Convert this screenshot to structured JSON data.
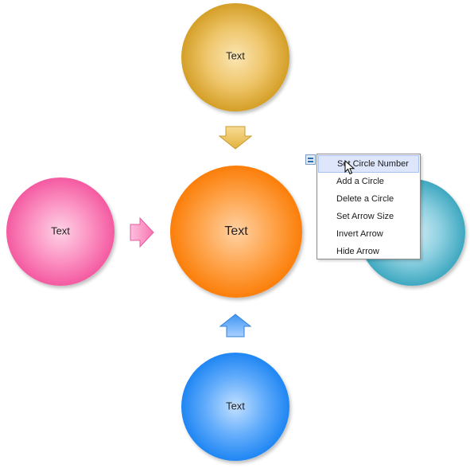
{
  "diagram": {
    "center": {
      "label": "Text"
    },
    "outer_nodes": [
      {
        "id": "top",
        "label": "Text"
      },
      {
        "id": "left",
        "label": "Text"
      },
      {
        "id": "bottom",
        "label": "Text"
      },
      {
        "id": "right",
        "label": ""
      }
    ]
  },
  "colors": {
    "top": "#d9a52d",
    "left": "#f764a8",
    "center": "#fd850f",
    "bottom": "#2c8df5",
    "right": "#4ab0c6"
  },
  "context_menu": {
    "items": [
      {
        "label": "Set Circle Number",
        "highlighted": true
      },
      {
        "label": "Add a Circle",
        "highlighted": false
      },
      {
        "label": "Delete a Circle",
        "highlighted": false
      },
      {
        "label": "Set Arrow Size",
        "highlighted": false
      },
      {
        "label": "Invert Arrow",
        "highlighted": false
      },
      {
        "label": "Hide Arrow",
        "highlighted": false
      }
    ]
  }
}
